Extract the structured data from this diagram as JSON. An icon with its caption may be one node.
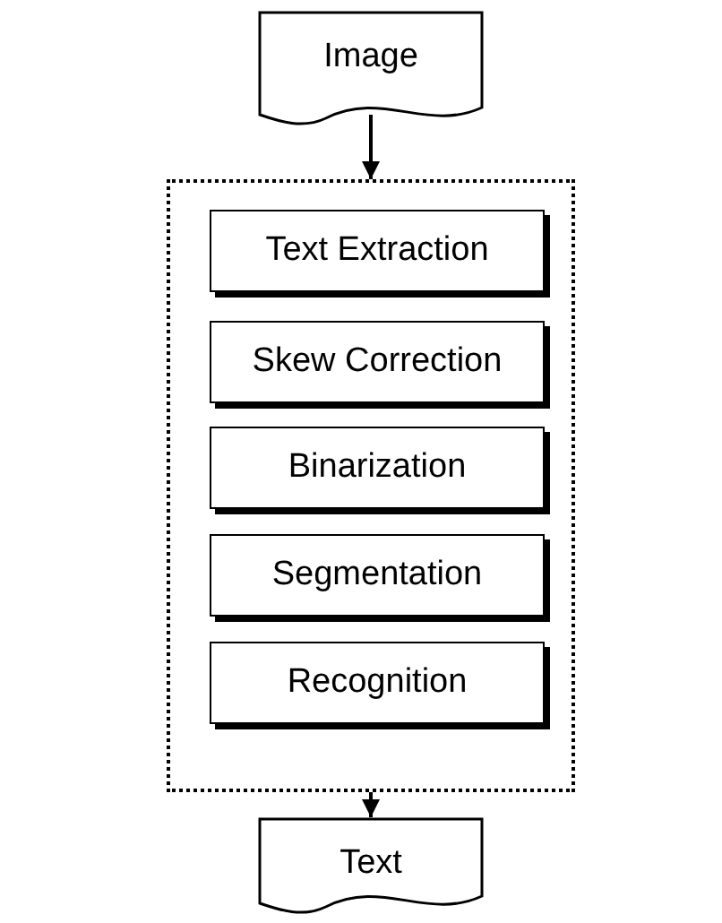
{
  "diagram": {
    "nodes": [
      {
        "text": [
          "Image"
        ]
      },
      {
        "text": [],
        "shape": "box"
      },
      {
        "text": [
          "Text Extraction"
        ],
        "in": 1
      },
      {
        "text": [
          "Skew Correction"
        ],
        "in": 1
      },
      {
        "text": [
          "Binarization"
        ],
        "in": 1
      },
      {
        "text": [
          "Segmentation"
        ],
        "in": 1
      },
      {
        "text": [
          "Recognition"
        ],
        "in": 1
      },
      {
        "text": [
          "Text"
        ]
      }
    ],
    "edges": [
      {
        "from": 0,
        "to": 1,
        "arrow": "to"
      },
      {
        "from": 1,
        "to": 7,
        "arrow": "to"
      }
    ]
  }
}
